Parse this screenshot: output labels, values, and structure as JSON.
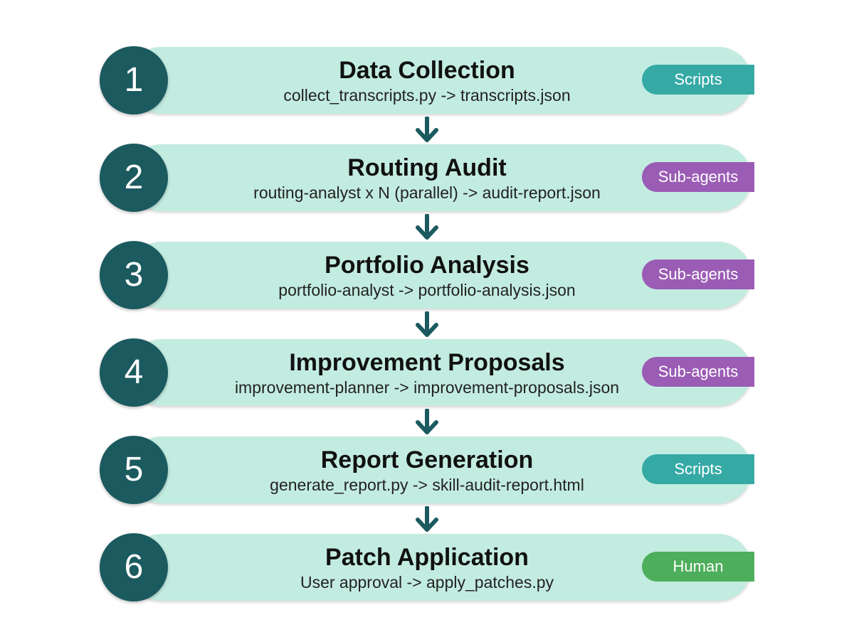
{
  "steps": [
    {
      "number": "1",
      "title": "Data Collection",
      "detail": "collect_transcripts.py -> transcripts.json",
      "badge": "Scripts",
      "badge_type": "scripts"
    },
    {
      "number": "2",
      "title": "Routing Audit",
      "detail": "routing-analyst x N (parallel) -> audit-report.json",
      "badge": "Sub-agents",
      "badge_type": "subagents"
    },
    {
      "number": "3",
      "title": "Portfolio Analysis",
      "detail": "portfolio-analyst -> portfolio-analysis.json",
      "badge": "Sub-agents",
      "badge_type": "subagents"
    },
    {
      "number": "4",
      "title": "Improvement Proposals",
      "detail": "improvement-planner -> improvement-proposals.json",
      "badge": "Sub-agents",
      "badge_type": "subagents"
    },
    {
      "number": "5",
      "title": "Report Generation",
      "detail": "generate_report.py -> skill-audit-report.html",
      "badge": "Scripts",
      "badge_type": "scripts"
    },
    {
      "number": "6",
      "title": "Patch Application",
      "detail": "User approval -> apply_patches.py",
      "badge": "Human",
      "badge_type": "human"
    }
  ],
  "colors": {
    "pill": "#c3ece1",
    "circle": "#1b5a5f",
    "arrow": "#1b5a5f",
    "scripts": "#35aaa5",
    "subagents": "#9a5cb4",
    "human": "#4dae5b"
  }
}
